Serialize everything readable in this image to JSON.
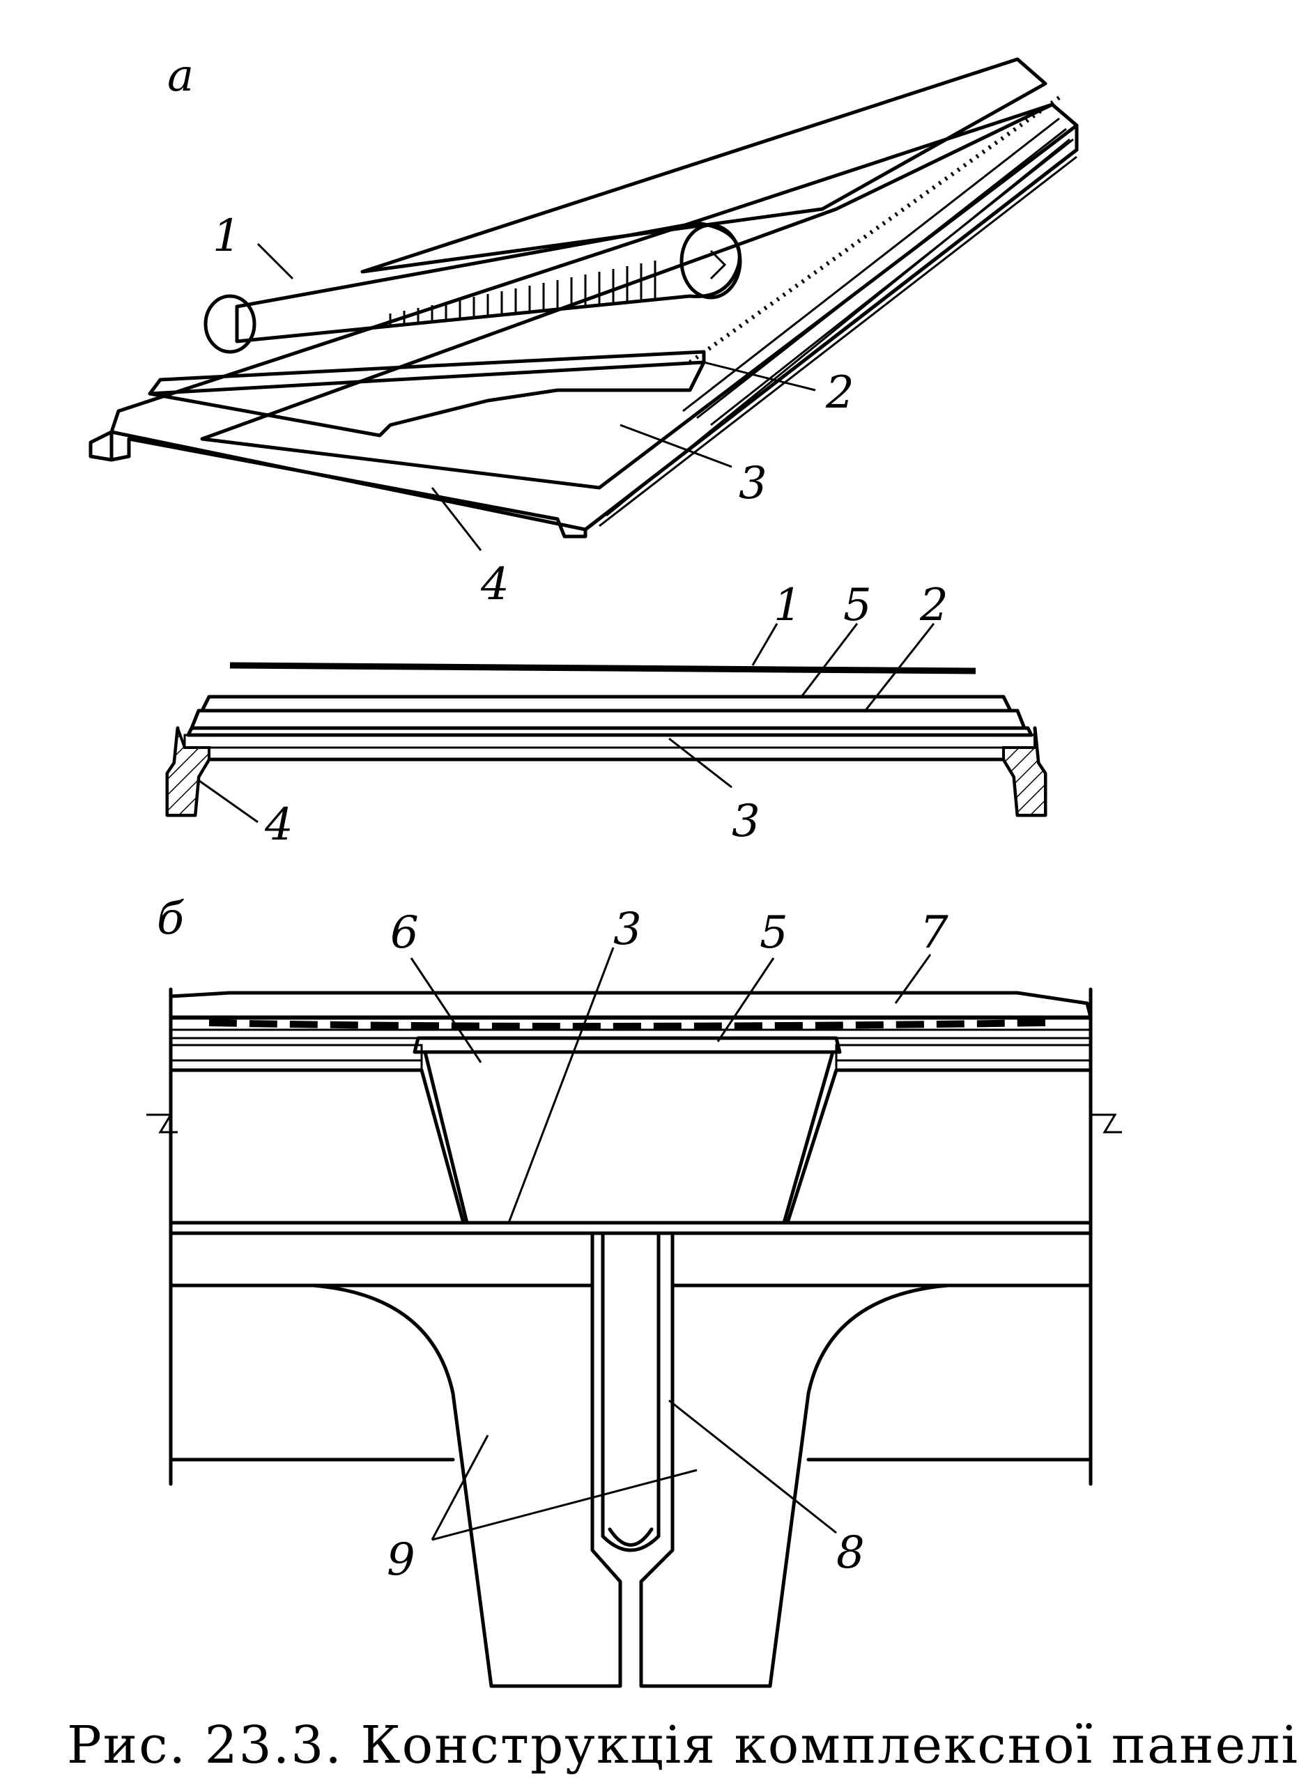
{
  "figure": {
    "part_a_label": "а",
    "part_b_label": "б",
    "a_top": {
      "label_1": "1",
      "label_2": "2",
      "label_3": "3",
      "label_4": "4"
    },
    "a_section": {
      "label_1": "1",
      "label_5": "5",
      "label_2": "2",
      "label_3": "3",
      "label_4": "4"
    },
    "b": {
      "label_6": "6",
      "label_3": "3",
      "label_5": "5",
      "label_7": "7",
      "label_9": "9",
      "label_8": "8"
    }
  },
  "caption": {
    "text": "Рис. 23.3. Конструкція   комплексної   панелі"
  }
}
